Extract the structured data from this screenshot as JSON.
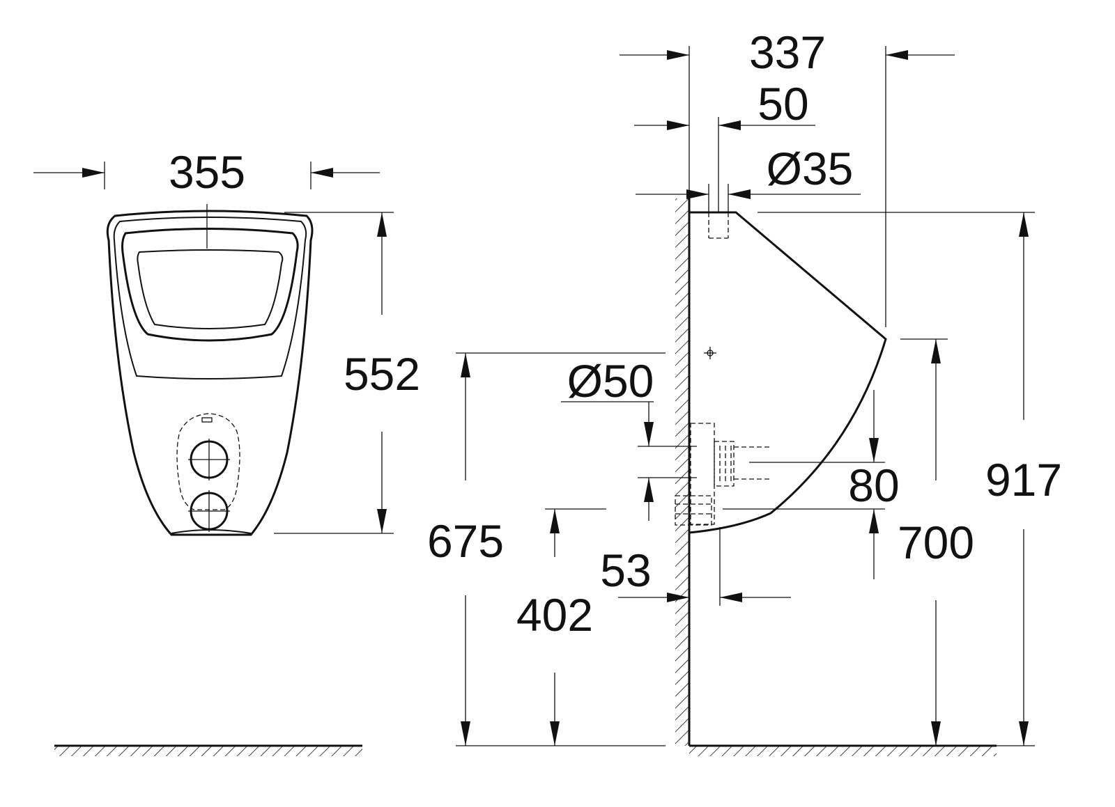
{
  "dimensions": {
    "front_width": "355",
    "front_height": "552",
    "side_depth": "337",
    "inlet_offset": "50",
    "inlet_diameter": "Ø35",
    "outlet_diameter": "Ø50",
    "rim_to_outlet": "80",
    "outlet_height": "675",
    "rim_height": "700",
    "total_height": "917",
    "outlet_projection": "53",
    "bottom_height": "402"
  }
}
